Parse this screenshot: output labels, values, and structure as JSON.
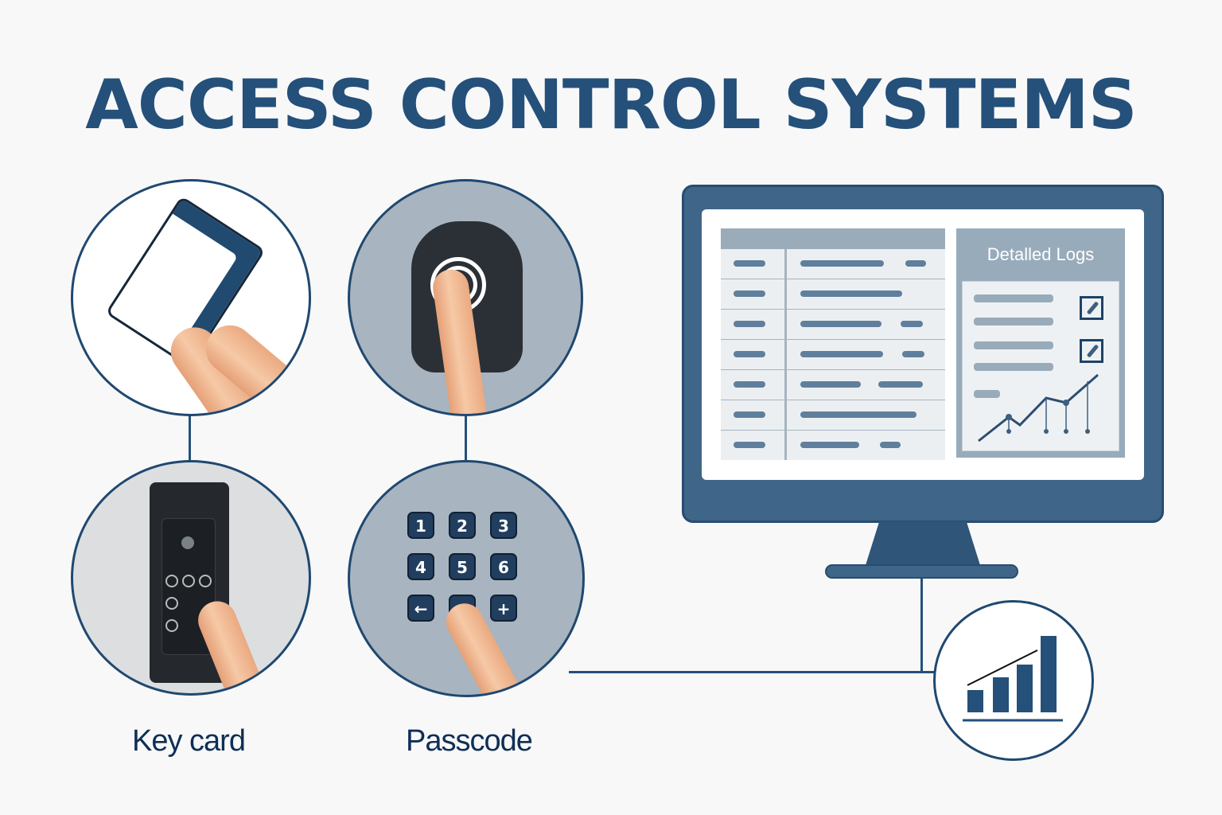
{
  "title": "ACCESS CONTROL SYSTEMS",
  "methods": [
    {
      "id": "keycard",
      "icon": "keycard-icon"
    },
    {
      "id": "fingerprint",
      "icon": "fingerprint-icon"
    },
    {
      "id": "keypad-reader",
      "icon": "keypad-reader-icon"
    },
    {
      "id": "passcode",
      "icon": "passcode-keypad-icon"
    }
  ],
  "labels": {
    "keycard": "Key card",
    "passcode": "Passcode"
  },
  "keypad": {
    "keys": [
      "1",
      "2",
      "3",
      "4",
      "5",
      "6",
      "←",
      "",
      "+"
    ]
  },
  "monitor": {
    "logs_panel_title": "Detalled Logs",
    "table_rows": 7
  },
  "analytics_icon": "bar-chart-growth-icon",
  "colors": {
    "primary": "#24507a",
    "monitor": "#3f6588",
    "panel": "#98abba",
    "background": "#f8f8f8"
  }
}
